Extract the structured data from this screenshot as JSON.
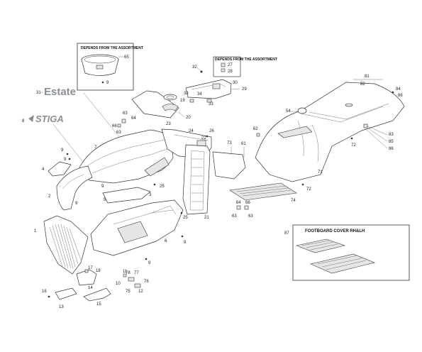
{
  "logos": {
    "estate": "Estate",
    "stiga": "STIGA"
  },
  "inset_assortment": {
    "title": "DEPENDS FROM THE ASSORTMENT"
  },
  "inset_small": {
    "title": "DEPENDS FROM THE ASSORTMENT"
  },
  "footboard_box": {
    "title": "FOOTBOARD COVER RH&LH"
  },
  "callouts": {
    "c65": "65",
    "c9a": "9",
    "c31": "31",
    "c8": "8",
    "c32": "32",
    "c27": "27",
    "c28": "28",
    "c30": "30",
    "c29": "29",
    "c33a": "33",
    "c34": "34",
    "c33b": "33",
    "c19": "19",
    "c20": "20",
    "c63a": "63",
    "c64a": "64",
    "c66a": "66",
    "c63b": "63",
    "c23": "23",
    "c24": "24",
    "c26": "26",
    "c22": "22",
    "c7": "7",
    "c9b": "9",
    "c4": "4",
    "c9c": "9",
    "c9d": "9",
    "c2": "2",
    "c9e": "9",
    "c25a": "25",
    "c3": "3",
    "c5": "5",
    "c73": "73",
    "c61": "61",
    "c62": "62",
    "c54": "54",
    "c81": "81",
    "c82": "82",
    "c84": "84",
    "c86a": "86",
    "c83": "83",
    "c85": "85",
    "c86b": "86",
    "c72a": "72",
    "c71": "71",
    "c72b": "72",
    "c74": "74",
    "c21": "21",
    "c25b": "25",
    "c64b": "64",
    "c66b": "66",
    "c63c": "63",
    "c63d": "63",
    "c1": "1",
    "c6": "6",
    "c9f": "9",
    "c9g": "9",
    "c87": "87",
    "c17": "17",
    "c18": "18",
    "c14": "14",
    "c11": "11",
    "c78": "78",
    "c77": "77",
    "c10": "10",
    "c75": "75",
    "c76": "76",
    "c12": "12",
    "c16": "16",
    "c13": "13",
    "c15": "15"
  },
  "colors": {
    "line": "#333333",
    "logo": "#8a8f96"
  }
}
